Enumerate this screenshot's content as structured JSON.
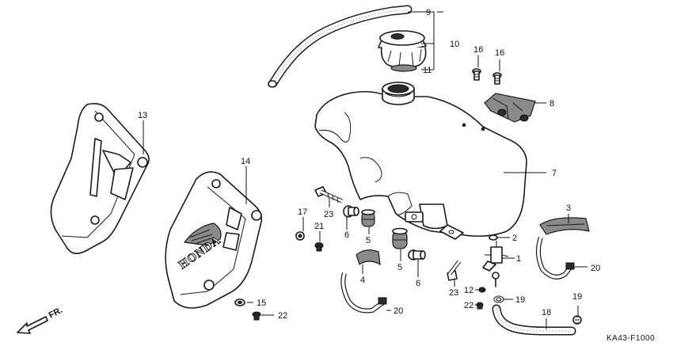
{
  "diagram_code": "KA43-F1000",
  "direction_label": "FR.",
  "brand_text": "HONDA",
  "callouts": [
    {
      "id": "c9",
      "label": "9"
    },
    {
      "id": "c10",
      "label": "10"
    },
    {
      "id": "c11",
      "label": "11"
    },
    {
      "id": "c16a",
      "label": "16"
    },
    {
      "id": "c16b",
      "label": "16"
    },
    {
      "id": "c8",
      "label": "8"
    },
    {
      "id": "c13",
      "label": "13"
    },
    {
      "id": "c7",
      "label": "7"
    },
    {
      "id": "c14",
      "label": "14"
    },
    {
      "id": "c3",
      "label": "3"
    },
    {
      "id": "c17",
      "label": "17"
    },
    {
      "id": "c23a",
      "label": "23"
    },
    {
      "id": "c6a",
      "label": "6"
    },
    {
      "id": "c5a",
      "label": "5"
    },
    {
      "id": "c21",
      "label": "21"
    },
    {
      "id": "c2",
      "label": "2"
    },
    {
      "id": "c5b",
      "label": "5"
    },
    {
      "id": "c1",
      "label": "1"
    },
    {
      "id": "c20a",
      "label": "20"
    },
    {
      "id": "c4",
      "label": "4"
    },
    {
      "id": "c6b",
      "label": "6"
    },
    {
      "id": "c23b",
      "label": "23"
    },
    {
      "id": "c12",
      "label": "12"
    },
    {
      "id": "c19a",
      "label": "19"
    },
    {
      "id": "c22a",
      "label": "22"
    },
    {
      "id": "c15",
      "label": "15"
    },
    {
      "id": "c22b",
      "label": "22"
    },
    {
      "id": "c18",
      "label": "18"
    },
    {
      "id": "c19b",
      "label": "19"
    },
    {
      "id": "c20b",
      "label": "20"
    }
  ]
}
